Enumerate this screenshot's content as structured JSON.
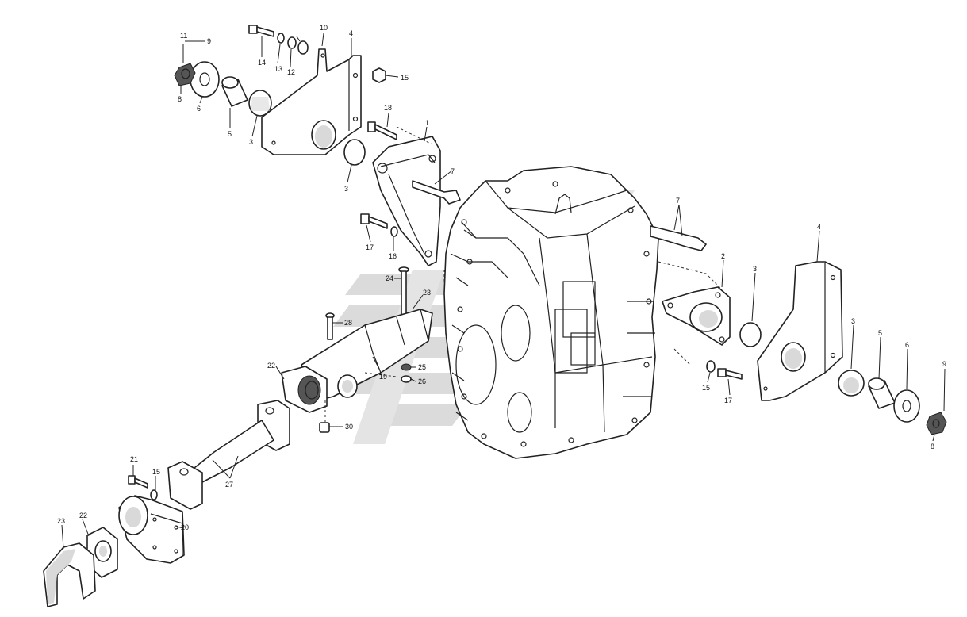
{
  "watermark": {
    "colors": [
      "#c8c8c8",
      "#dcdcdc"
    ]
  },
  "callouts": [
    {
      "id": "c-11-top",
      "text": "11"
    },
    {
      "id": "c-10",
      "text": "10"
    },
    {
      "id": "c-4-top",
      "text": "4"
    },
    {
      "id": "c-14",
      "text": "14"
    },
    {
      "id": "c-13",
      "text": "13"
    },
    {
      "id": "c-12",
      "text": "12"
    },
    {
      "id": "c-9-top",
      "text": "9"
    },
    {
      "id": "c-8-top",
      "text": "8"
    },
    {
      "id": "c-6-top",
      "text": "6"
    },
    {
      "id": "c-5-top",
      "text": "5"
    },
    {
      "id": "c-3-top",
      "text": "3"
    },
    {
      "id": "c-15-top",
      "text": "15"
    },
    {
      "id": "c-18",
      "text": "18"
    },
    {
      "id": "c-1",
      "text": "1"
    },
    {
      "id": "c-7-left",
      "text": "7"
    },
    {
      "id": "c-3-mid",
      "text": "3"
    },
    {
      "id": "c-17-left",
      "text": "17"
    },
    {
      "id": "c-16-left",
      "text": "16"
    },
    {
      "id": "c-7-right",
      "text": "7"
    },
    {
      "id": "c-2",
      "text": "2"
    },
    {
      "id": "c-3-right",
      "text": "3"
    },
    {
      "id": "c-4-right",
      "text": "4"
    },
    {
      "id": "c-3-far",
      "text": "3"
    },
    {
      "id": "c-5-right",
      "text": "5"
    },
    {
      "id": "c-6-right",
      "text": "6"
    },
    {
      "id": "c-9-right",
      "text": "9"
    },
    {
      "id": "c-8-right",
      "text": "8"
    },
    {
      "id": "c-15-right",
      "text": "15"
    },
    {
      "id": "c-17-right",
      "text": "17"
    },
    {
      "id": "c-24",
      "text": "24"
    },
    {
      "id": "c-23-mid",
      "text": "23"
    },
    {
      "id": "c-28",
      "text": "28"
    },
    {
      "id": "c-22-mid",
      "text": "22"
    },
    {
      "id": "c-19",
      "text": "19"
    },
    {
      "id": "c-25",
      "text": "25"
    },
    {
      "id": "c-26",
      "text": "26"
    },
    {
      "id": "c-30",
      "text": "30"
    },
    {
      "id": "c-27",
      "text": "27"
    },
    {
      "id": "c-21",
      "text": "21"
    },
    {
      "id": "c-15-low",
      "text": "15"
    },
    {
      "id": "c-20",
      "text": "20"
    },
    {
      "id": "c-23-low",
      "text": "23"
    },
    {
      "id": "c-22-low",
      "text": "22"
    }
  ]
}
